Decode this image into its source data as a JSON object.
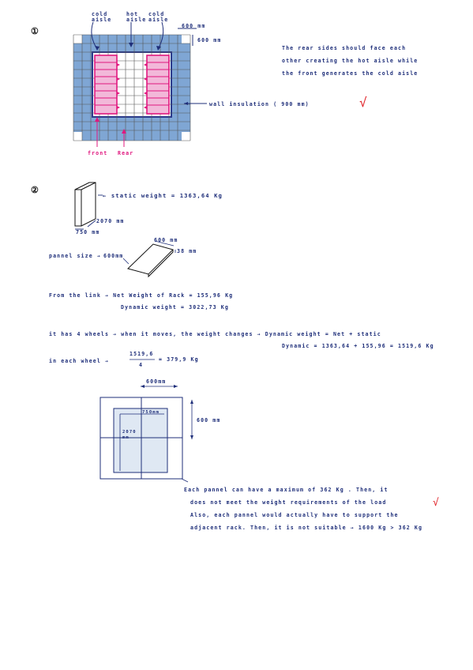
{
  "section1": {
    "number": "①",
    "labels": {
      "cold_aisle_left": "cold\naisle",
      "hot_aisle": "hot\naisle",
      "cold_aisle_right": "cold\naisle",
      "dim_top": "600 mm",
      "dim_side": "600 mm",
      "wall": "wall insulation ( 900 mm)",
      "front": "front",
      "rear": "Rear"
    },
    "note_lines": [
      "The  rear sides should face each",
      "other creating the hot aisle while",
      "the  front generates the cold aisle"
    ],
    "check": "√"
  },
  "section2": {
    "number": "②",
    "static_weight": "← static weight = 1363,64 Kg",
    "rack_height": "2070 mm",
    "rack_width": "750 mm",
    "panel_size_label": "pannel size →",
    "panel_dim_1": "600mm",
    "panel_dim_2": "600 mm",
    "panel_dim_3": "38 mm",
    "link_line": "From the link  →   Net Weight of Rack =  155,96 Kg",
    "dynamic_line": "Dynamic weight = 3022,73 Kg",
    "wheels_line": "it  has  4  wheels → when it moves, the weight changes  →  Dynamic weight = Net + static",
    "dynamic_calc": "Dynamic = 1363,64 + 155,96 = 1519,6 Kg",
    "each_wheel": "in each wheel →",
    "fraction_num": "1519,6",
    "fraction_den": "4",
    "fraction_result": "= 379,9 Kg",
    "grid_top_dim": "600mm",
    "grid_side_dim": "600 mm",
    "grid_rack_w": "750mm",
    "grid_rack_h": "2070\nmm",
    "conclusion_lines": [
      "Each pannel can have a maximum of 362 Kg . Then, it",
      "does not meet the weight requirements of the load",
      "Also, each pannel would actually have to support the",
      "adjacent rack. Then, it is  not suitable  → 1600 Kg > 362 Kg"
    ],
    "check": "√"
  }
}
